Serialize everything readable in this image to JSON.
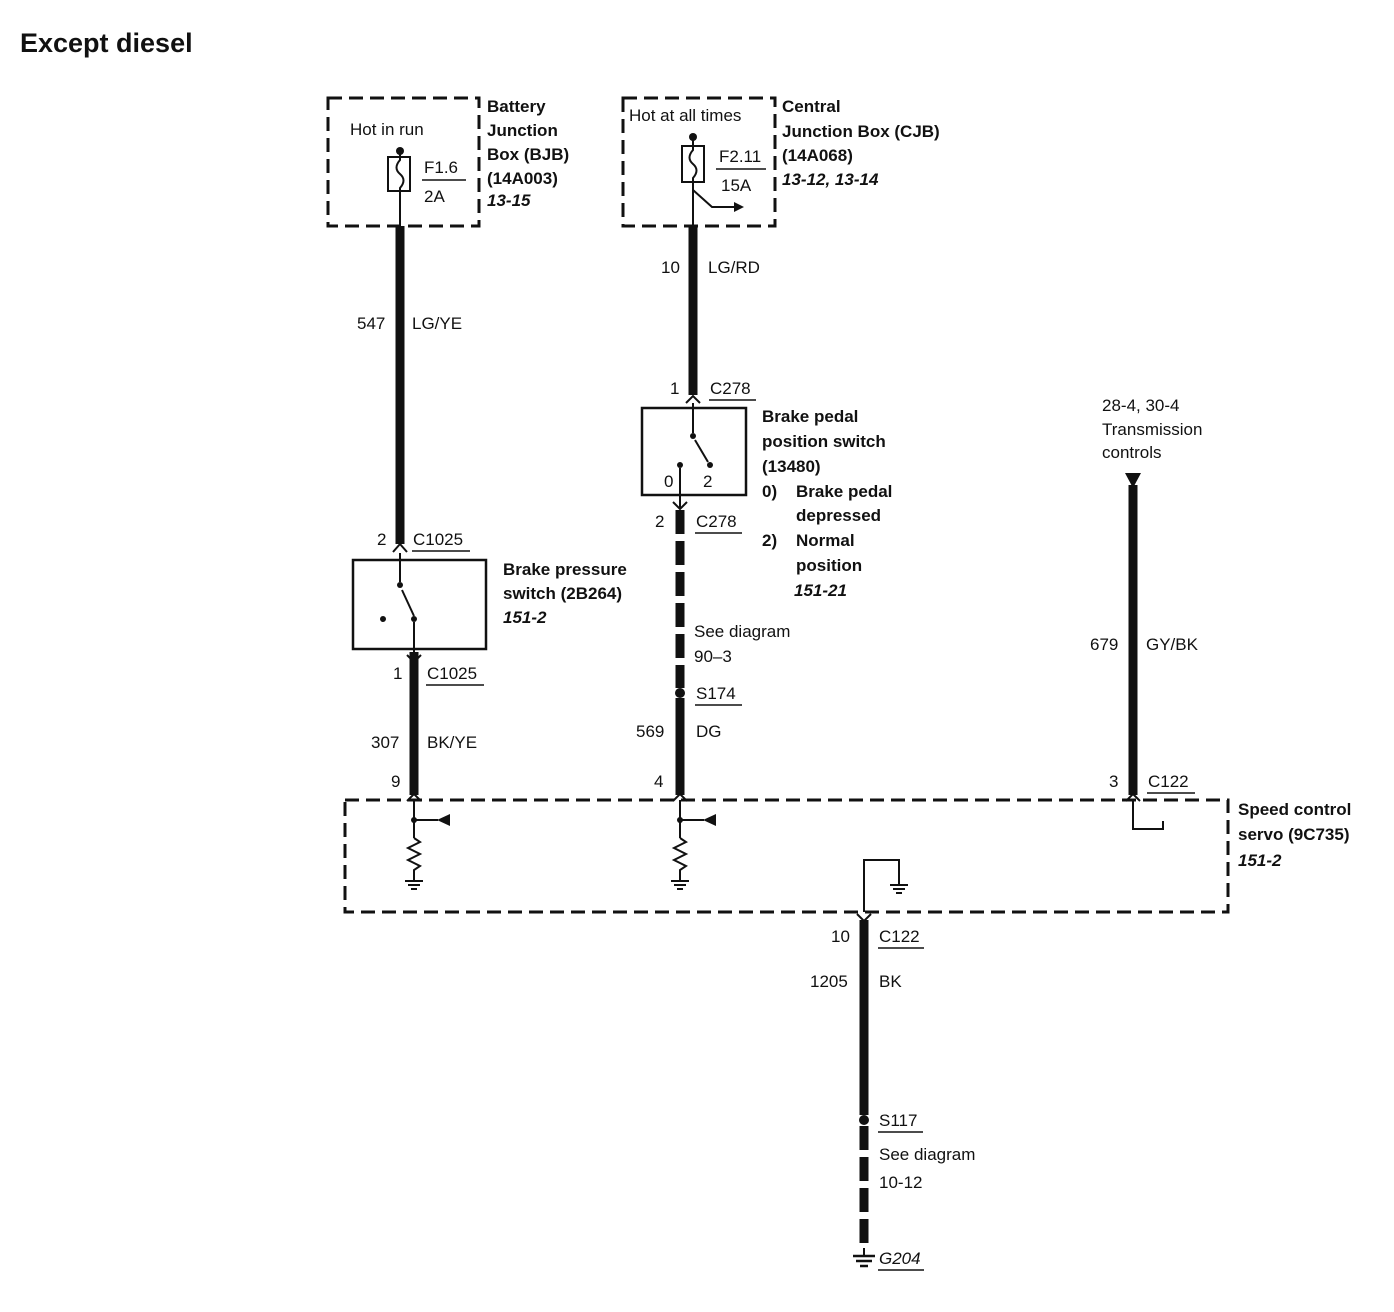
{
  "title": "Except diesel",
  "bjb": {
    "label": "Hot in run",
    "fuse": "F1.6",
    "rating": "2A",
    "name_lines": [
      "Battery",
      "Junction",
      "Box (BJB)",
      "(14A003)"
    ],
    "ref": "13-15"
  },
  "cjb": {
    "label": "Hot at all times",
    "fuse": "F2.11",
    "rating": "15A",
    "name_lines": [
      "Central",
      "Junction Box (CJB)",
      "(14A068)"
    ],
    "ref": "13-12, 13-14"
  },
  "wires": {
    "w547": {
      "num": "547",
      "color": "LG/YE"
    },
    "w10": {
      "num": "10",
      "color": "LG/RD"
    },
    "w307": {
      "num": "307",
      "color": "BK/YE"
    },
    "w569": {
      "num": "569",
      "color": "DG"
    },
    "w679": {
      "num": "679",
      "color": "GY/BK"
    },
    "w1205": {
      "num": "1205",
      "color": "BK"
    }
  },
  "connectors": {
    "c278_1": {
      "pin": "1",
      "name": "C278"
    },
    "c278_2": {
      "pin": "2",
      "name": "C278"
    },
    "c1025_2": {
      "pin": "2",
      "name": "C1025"
    },
    "c1025_1": {
      "pin": "1",
      "name": "C1025"
    },
    "servo_9": {
      "pin": "9"
    },
    "servo_4": {
      "pin": "4"
    },
    "c122_3": {
      "pin": "3",
      "name": "C122"
    },
    "c122_10": {
      "pin": "10",
      "name": "C122"
    }
  },
  "brake_pedal_switch": {
    "name_lines": [
      "Brake pedal",
      "position switch",
      "(13480)"
    ],
    "pos0_num": "0)",
    "pos0_lines": [
      "Brake pedal",
      "depressed"
    ],
    "pos2_num": "2)",
    "pos2_lines": [
      "Normal",
      "position"
    ],
    "ref": "151-21",
    "pin0": "0",
    "pin2": "2"
  },
  "brake_pressure_switch": {
    "name_lines": [
      "Brake pressure",
      "switch (2B264)"
    ],
    "ref": "151-2"
  },
  "transmission": {
    "lines": [
      "28-4, 30-4",
      "Transmission",
      "controls"
    ]
  },
  "see_diagram_1": {
    "lines": [
      "See diagram",
      "90–3"
    ]
  },
  "splice_s174": "S174",
  "servo": {
    "name_lines": [
      "Speed control",
      "servo (9C735)"
    ],
    "ref": "151-2"
  },
  "splice_s117": "S117",
  "see_diagram_2": {
    "lines": [
      "See diagram",
      "10-12"
    ]
  },
  "ground_g204": "G204"
}
